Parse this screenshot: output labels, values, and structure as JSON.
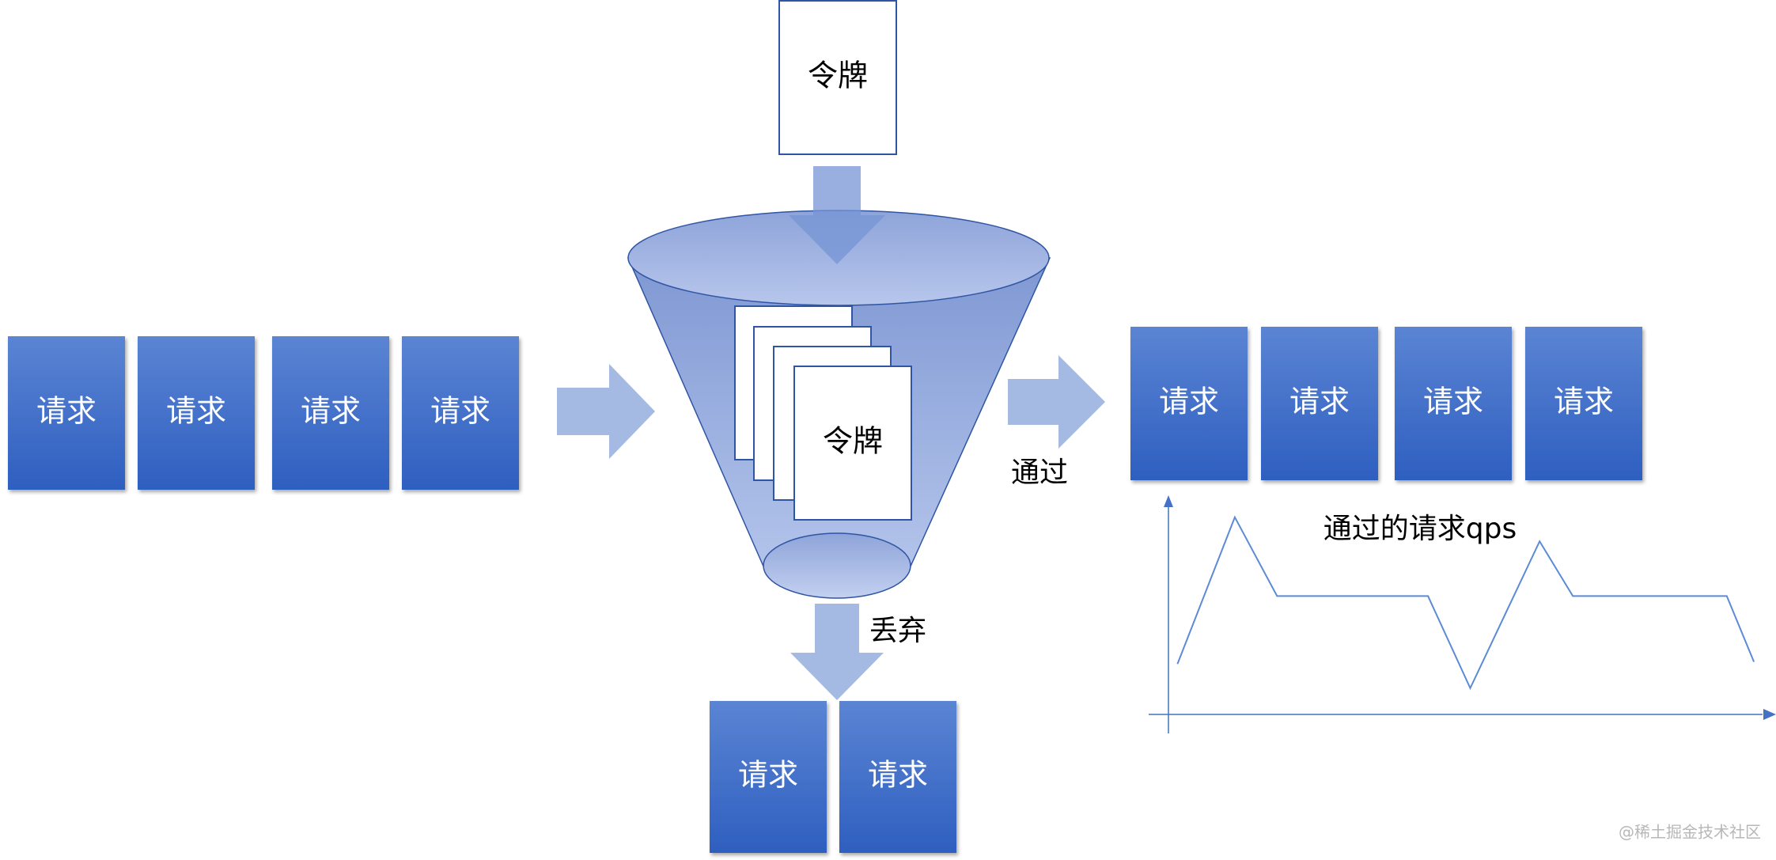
{
  "colors": {
    "request_fill_top": "#5b84d3",
    "request_fill_bottom": "#2e5fc0",
    "arrow": "#a4bae2",
    "funnel_body": "#8ea4d9",
    "funnel_rim": "#a3b4e2",
    "outline": "#2f55a4",
    "chart_axis": "#4472c4",
    "chart_line": "#5b8bd6"
  },
  "token_source": {
    "label": "令牌"
  },
  "bucket": {
    "token_label": "令牌"
  },
  "incoming": {
    "labels": [
      "请求",
      "请求",
      "请求",
      "请求"
    ]
  },
  "passed": {
    "label": "通过",
    "labels": [
      "请求",
      "请求",
      "请求",
      "请求"
    ]
  },
  "dropped": {
    "label": "丢弃",
    "labels": [
      "请求",
      "请求"
    ]
  },
  "chart_data": {
    "type": "line",
    "title": "通过的请求qps",
    "xlabel": "",
    "ylabel": "",
    "grid": false,
    "ylim": [
      0,
      10
    ],
    "xlim": [
      0,
      20
    ],
    "series": [
      {
        "x": [
          0.3,
          2.2,
          3.6,
          8.6,
          10.0,
          12.3,
          13.4,
          18.5,
          19.4
        ],
        "values": [
          2.3,
          9.0,
          5.4,
          5.4,
          1.2,
          7.9,
          5.4,
          5.4,
          2.4
        ]
      }
    ]
  },
  "watermark": "@稀土掘金技术社区"
}
